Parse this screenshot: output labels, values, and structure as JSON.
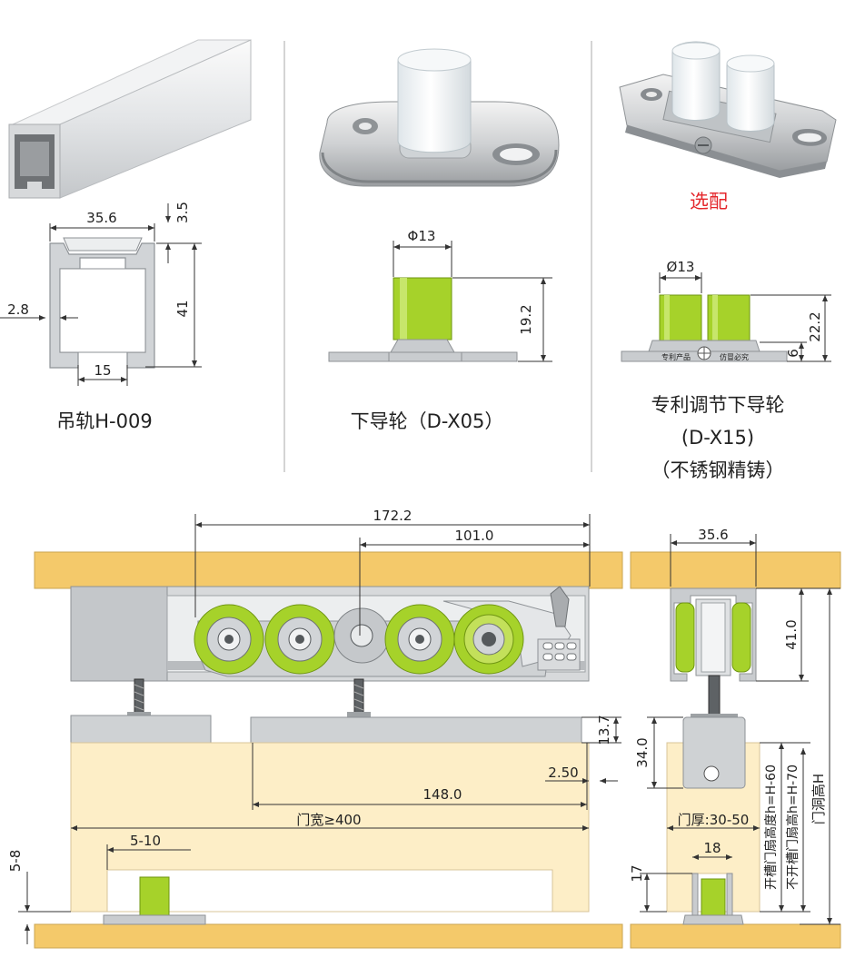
{
  "colors": {
    "wood": "#f4c96a",
    "wood_edge": "#caa552",
    "door": "#fdeec7",
    "door_edge": "#d8c498",
    "lime": "#a6d22a",
    "lime_dark": "#6f9512",
    "steel": "#c9cccf",
    "steel_dark": "#8e9296",
    "dim_line": "#333333",
    "optional_text": "#e4262b"
  },
  "icons": [
    "rail-profile-icon",
    "guide-wheel-photo-icon",
    "adjustable-guide-photo-icon",
    "roller-wheel-icon",
    "adjust-screw-icon"
  ],
  "products": {
    "rail": {
      "caption": "吊轨H-009",
      "dims": {
        "top_width": "35.6",
        "lip": "3.5",
        "height": "41",
        "wall": "2.8",
        "slot": "15"
      }
    },
    "guide": {
      "caption": "下导轮（D-X05）",
      "dims": {
        "diameter": "Φ13",
        "height": "19.2"
      }
    },
    "patent_guide": {
      "optional_label": "选配",
      "caption_line1": "专利调节下导轮",
      "caption_line2": "(D-X15)",
      "caption_line3": "（不锈钢精铸）",
      "plate_text_left": "专利产品",
      "plate_text_right": "仿冒必究",
      "dims": {
        "diameter": "Ø13",
        "height": "22.2",
        "base": "6"
      }
    }
  },
  "assembly": {
    "front": {
      "overall": "172.2",
      "center": "101.0",
      "spacing": "148.0",
      "door_width": "门宽≥400",
      "bracket_height": "13.7",
      "gap": "2.50",
      "guide_offset": "5-10",
      "floor_gap": "5-8"
    },
    "side": {
      "rail_width": "35.6",
      "rail_height": "41.0",
      "hanger_height": "34.0",
      "door_thickness": "门厚:30-50",
      "groove_width": "18",
      "groove_depth": "17",
      "door_height_grooved": "开槽门扇高度h=H-60",
      "door_height_plain": "不开槽门扇高h=H-70",
      "opening_height": "门洞高H"
    }
  }
}
